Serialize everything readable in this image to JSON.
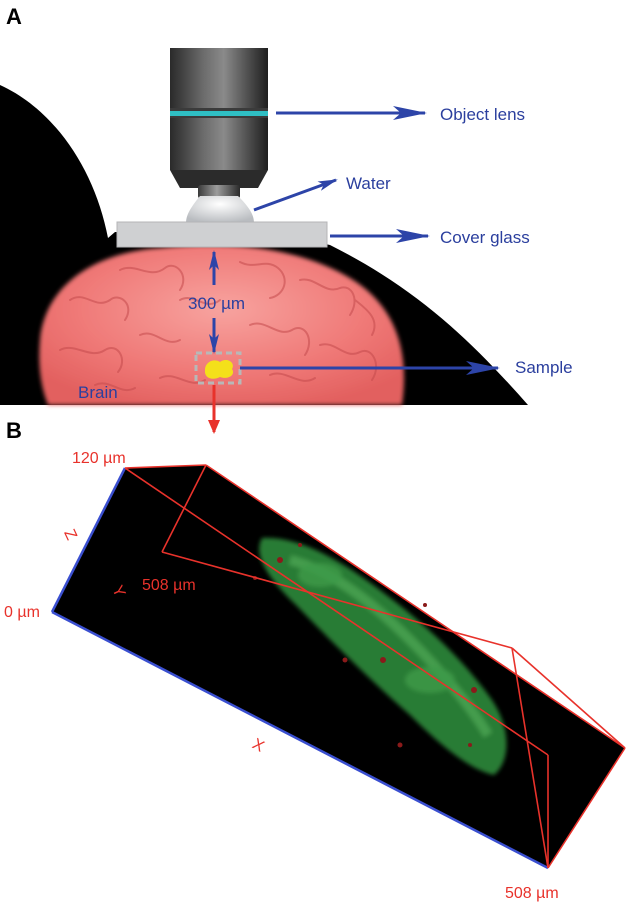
{
  "panels": {
    "a": "A",
    "b": "B"
  },
  "labels": {
    "object_lens": "Object lens",
    "water": "Water",
    "cover_glass": "Cover glass",
    "depth": "300 µm",
    "sample": "Sample",
    "brain": "Brain"
  },
  "volume": {
    "z_top": "120 µm",
    "z_bottom": "0 µm",
    "y_extent": "508 µm",
    "x_extent": "508 µm",
    "axis_x": "X",
    "axis_y": "Y",
    "axis_z": "Z"
  },
  "colors": {
    "arrow_blue": "#2d44a8",
    "text_blue": "#2b3f9e",
    "label_red": "#e8322b",
    "brain_pink": "#f07a78",
    "signal_green": "#2f8a3c",
    "sample_yellow": "#f4e01a"
  }
}
